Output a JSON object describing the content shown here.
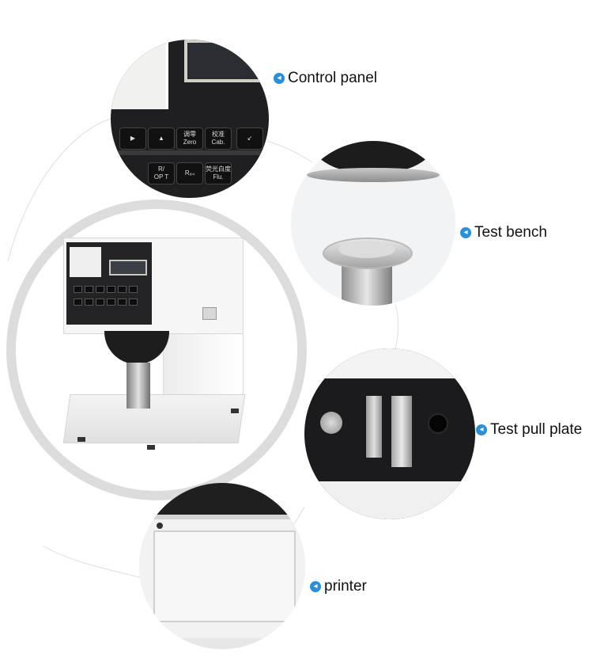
{
  "callouts": {
    "control_panel": "Control panel",
    "test_bench": "Test bench",
    "test_pull_plate": "Test pull plate",
    "printer": "printer"
  },
  "control_panel_keys": {
    "k1": "▶",
    "k2": "▲",
    "k3_top": "调零",
    "k3_bottom": "Zero",
    "k4_top": "校准",
    "k4_bottom": "Cab.",
    "k5": "↙",
    "k6_top": "R/",
    "k6_bottom": "OP T",
    "k7": "R₈₄",
    "k8_top": "荧光白度",
    "k8_bottom": "Flu."
  },
  "colors": {
    "accent": "#2a8fd6",
    "ring": "#dcdcdc"
  }
}
